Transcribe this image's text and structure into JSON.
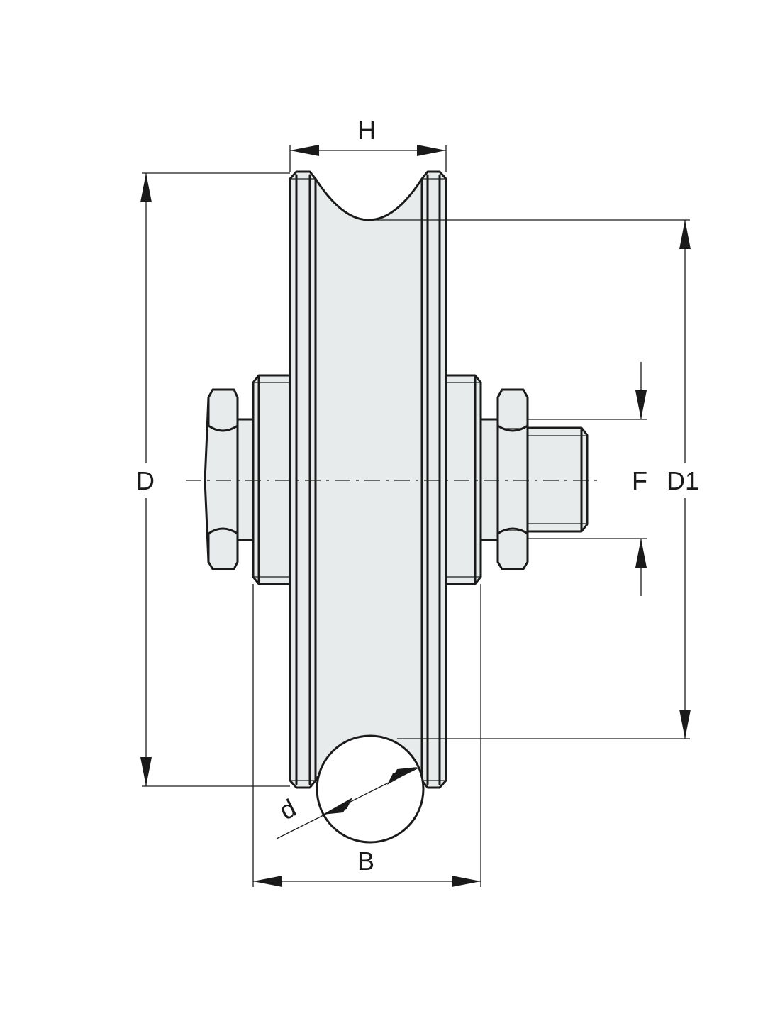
{
  "diagram": {
    "labels": {
      "H": "H",
      "D": "D",
      "F": "F",
      "D1": "D1",
      "d": "d",
      "B": "B"
    },
    "colors": {
      "line": "#1a1a1a",
      "body": "#e8ebeb",
      "background": "#ffffff"
    }
  }
}
